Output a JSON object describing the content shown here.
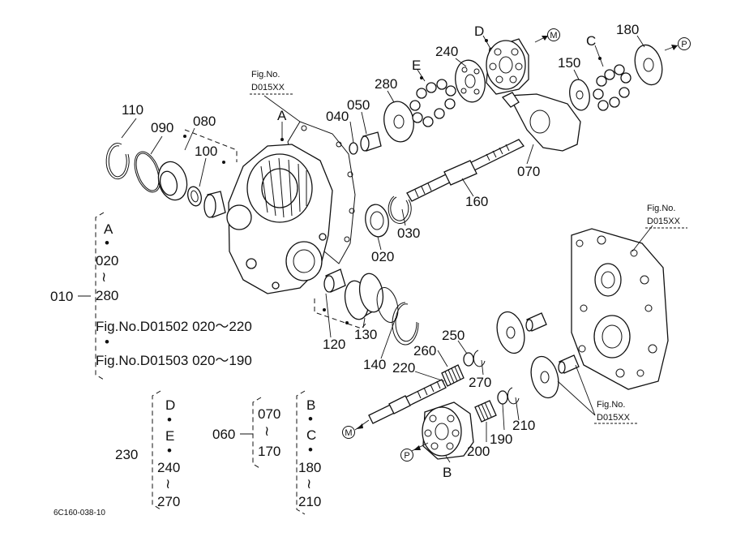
{
  "diagram_id": "6C160-038-10",
  "fig_refs": {
    "top": [
      "Fig.No.",
      "D015XX"
    ],
    "right": [
      "Fig.No.",
      "D015XX"
    ],
    "lower": [
      "Fig.No.",
      "D015XX"
    ]
  },
  "part_labels": {
    "p020": "020",
    "p030": "030",
    "p040": "040",
    "p050": "050",
    "p070": "070",
    "p080": "080",
    "p090": "090",
    "p100": "100",
    "p110": "110",
    "p120": "120",
    "p130": "130",
    "p140": "140",
    "p150": "150",
    "p160": "160",
    "p180": "180",
    "p190": "190",
    "p200": "200",
    "p210": "210",
    "p220": "220",
    "p240": "240",
    "p250": "250",
    "p260": "260",
    "p270": "270",
    "p280": "280"
  },
  "letters": {
    "A": "A",
    "B": "B",
    "C": "C",
    "D": "D",
    "E": "E"
  },
  "symbols": {
    "M": "M",
    "P": "P"
  },
  "group_010": {
    "id": "010",
    "lines": [
      "A",
      "•",
      "020",
      "≀",
      "280",
      "Fig.No.D01502  020～220",
      "•",
      "Fig.No.D01503  020～190"
    ]
  },
  "group_230": {
    "id": "230",
    "lines": [
      "D",
      "•",
      "E",
      "•",
      "240",
      "≀",
      "270"
    ]
  },
  "group_060": {
    "id": "060",
    "lines": [
      "070",
      "≀",
      "170"
    ]
  },
  "group_bc": {
    "lines": [
      "B",
      "•",
      "C",
      "•",
      "180",
      "≀",
      "210"
    ]
  }
}
